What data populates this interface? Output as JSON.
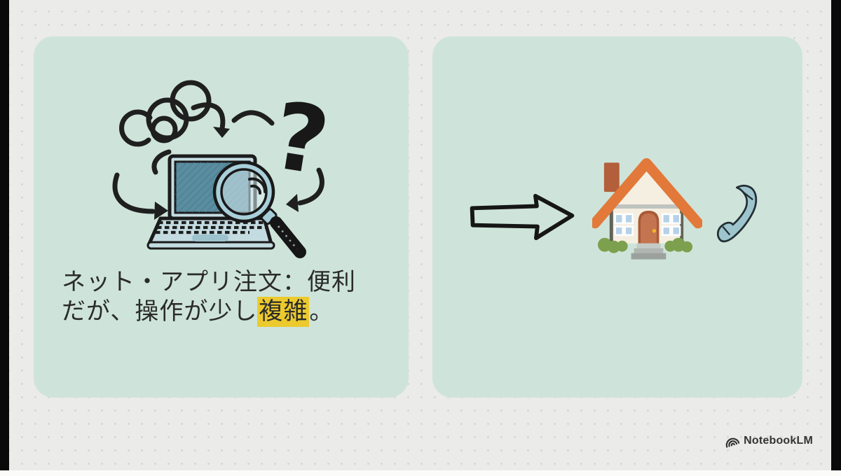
{
  "frame": {
    "letterbox_color": "#0a0a0a",
    "background_color": "#ebebe9",
    "dot_color": "#d6d6d2",
    "bottom_strip_color": "#fbfbf9"
  },
  "cards": {
    "background_color": "#cee4da",
    "corner_radius": 28
  },
  "left_card": {
    "icons": [
      "scribble-tangle",
      "curved-arrow-left",
      "curved-arrow-down",
      "swoosh-arc",
      "question-mark",
      "laptop",
      "magnifying-glass"
    ],
    "question_mark": "?",
    "caption": {
      "line1": "ネット・アプリ注文：便利",
      "line2_pre": "だが、操作が少し",
      "line2_highlight": "複雑",
      "line2_post": "。",
      "highlight_color": "#ecca2e",
      "text_color": "#2b2b2b"
    }
  },
  "right_card": {
    "icons": [
      "block-arrow-right",
      "house",
      "telephone-receiver"
    ]
  },
  "footer": {
    "brand": "NotebookLM"
  }
}
